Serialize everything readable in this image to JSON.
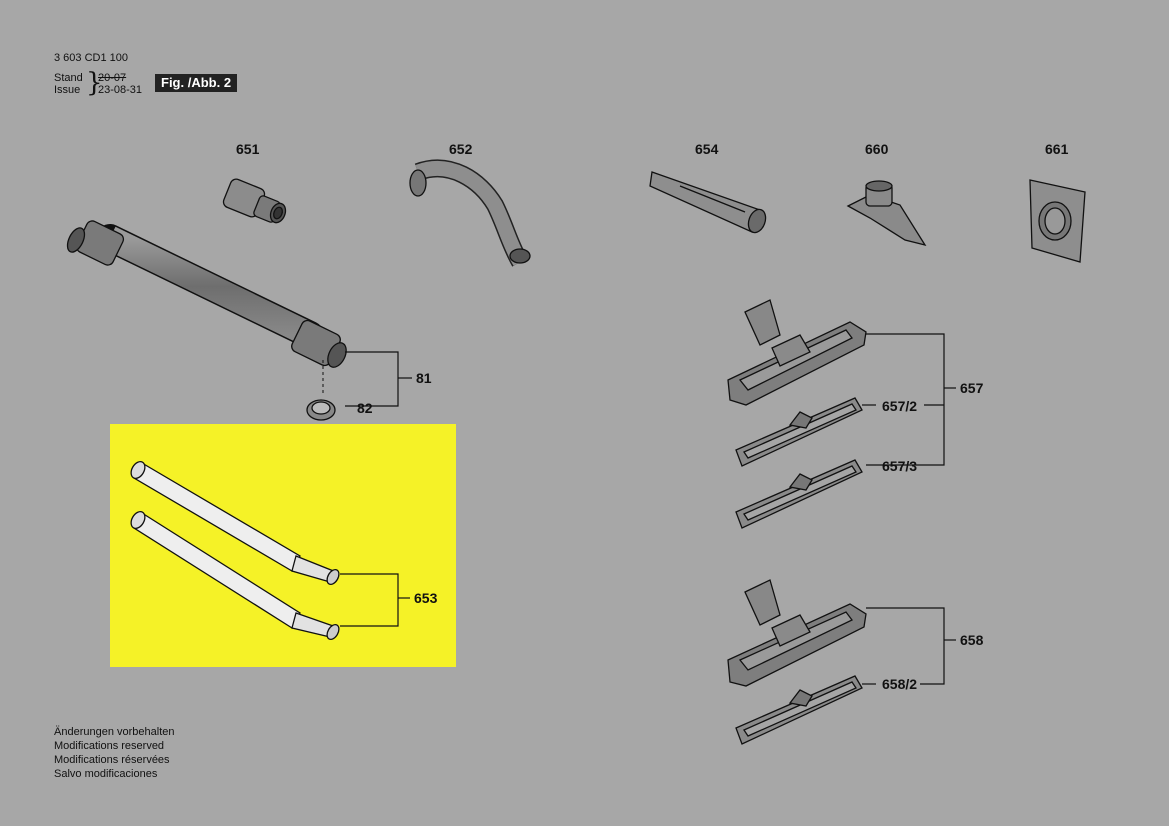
{
  "header": {
    "doc_number": "3 603 CD1 100",
    "stand_label": "Stand",
    "stand_date": "20-07",
    "issue_label": "Issue",
    "issue_date": "23-08-31",
    "figure_label": "Fig. /Abb. 2"
  },
  "parts": {
    "p651": "651",
    "p652": "652",
    "p654": "654",
    "p660": "660",
    "p661": "661",
    "p81": "81",
    "p82": "82",
    "p653": "653",
    "p657": "657",
    "p657_2": "657/2",
    "p657_3": "657/3",
    "p658": "658",
    "p658_2": "658/2"
  },
  "highlight_color": "#f5f227",
  "footer": {
    "line1": "Änderungen vorbehalten",
    "line2": "Modifications reserved",
    "line3": "Modifications réservées",
    "line4": "Salvo modificaciones"
  }
}
